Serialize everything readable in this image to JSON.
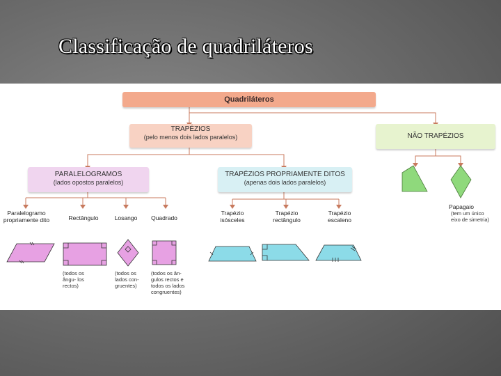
{
  "slide": {
    "title": "Classificação de quadriláteros"
  },
  "diagram": {
    "root": "Quadriláteros",
    "trapezios": {
      "title": "TRAPÉZIOS",
      "subtitle": "(pelo menos dois lados paralelos)"
    },
    "nao_trapezios": {
      "title": "NÃO TRAPÉZIOS"
    },
    "paralelogramos": {
      "title": "PARALELOGRAMOS",
      "subtitle": "(lados opostos paralelos)"
    },
    "trapezios_proprios": {
      "title": "TRAPÉZIOS PROPRIAMENTE DITOS",
      "subtitle": "(apenas dois lados paralelos)"
    },
    "leaves": {
      "paralelogramo": "Paralelogramo propriamente dito",
      "rectangulo": "Rectângulo",
      "losango": "Losango",
      "quadrado": "Quadrado",
      "trap_isosceles": "Trapézio isósceles",
      "trap_rectangulo": "Trapézio rectângulo",
      "trap_escaleno": "Trapézio escaleno",
      "papagaio": "Papagaio"
    },
    "notes": {
      "rectangulo": "(todos os ângu- los rectos)",
      "losango": "(todos os lados con- gruentes)",
      "quadrado": "(todos os ân- gulos rectos e todos os lados congruentes)",
      "papagaio": "(tem um único eixo de simetria)"
    },
    "colors": {
      "root": "#f3a98c",
      "trapezios": "#f8d2c3",
      "nao_trapezios": "#e7f3cf",
      "paralelogramos": "#f0d5ef",
      "trapezios_proprios": "#d8f0f4",
      "pink_shape": "#e7a1e3",
      "cyan_shape": "#8cdbe8",
      "green_shape": "#8fd97c",
      "connector": "#c87a5e"
    }
  }
}
